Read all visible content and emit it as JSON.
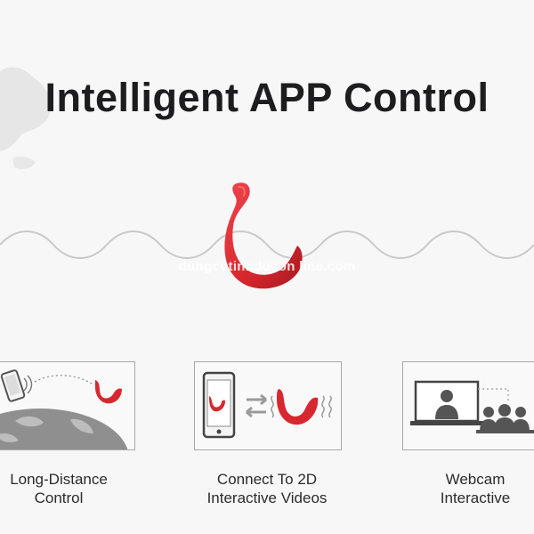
{
  "headline": "Intelligent APP Control",
  "watermark": "dungcutinhducon line.com",
  "features": [
    {
      "name": "long-distance",
      "label_lines": [
        "Long-Distance",
        "Control"
      ],
      "icon": "globe-phone-icon"
    },
    {
      "name": "interactive-videos",
      "label_lines": [
        "Connect To 2D",
        "Interactive Videos"
      ],
      "icon": "phone-sync-icon"
    },
    {
      "name": "webcam",
      "label_lines": [
        "Webcam",
        "Interactive"
      ],
      "icon": "webcam-audience-icon"
    }
  ],
  "colors": {
    "accent_red": "#d8282f",
    "gray_art": "#8f8f8f",
    "dark_art": "#555555",
    "background": "#f7f7f7"
  }
}
